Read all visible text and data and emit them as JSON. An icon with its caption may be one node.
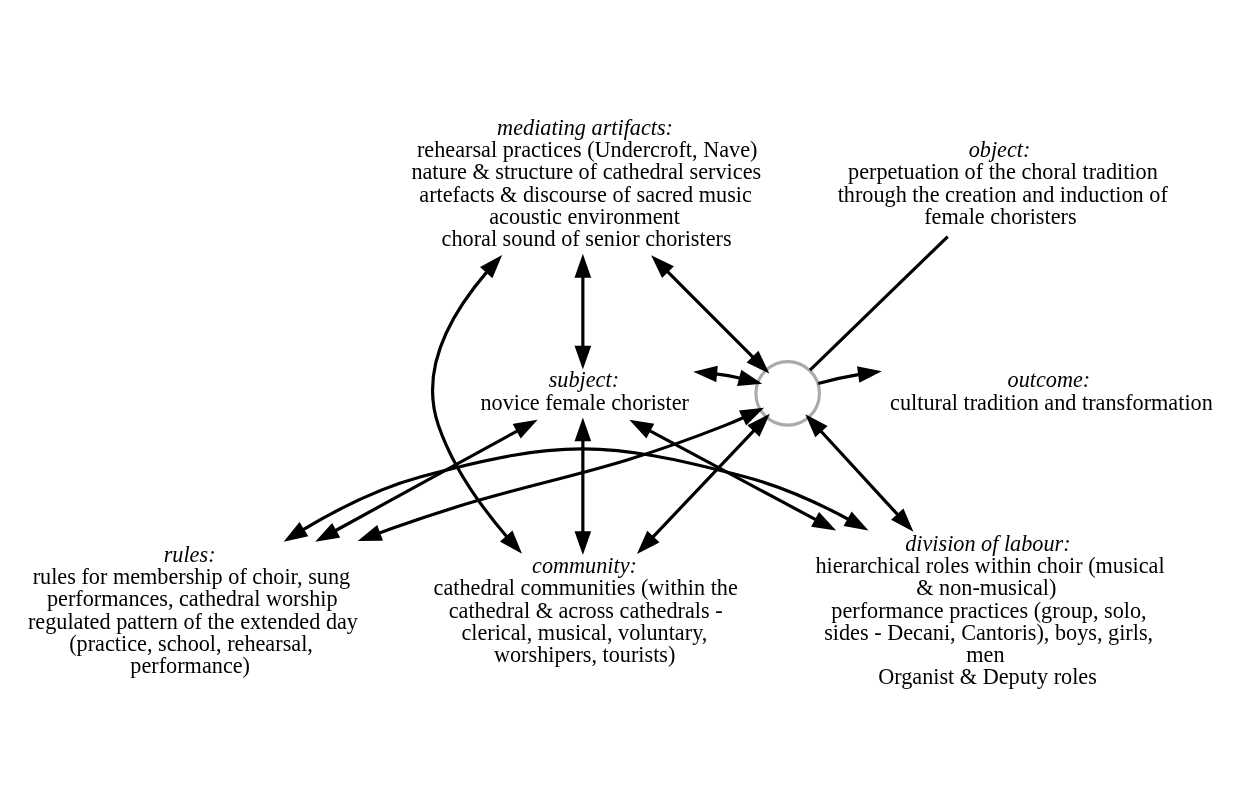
{
  "diagram": {
    "nodes": [
      {
        "text": [
          "mediating artifacts:",
          "rehearsal practices (Undercroft, Nave)",
          "nature & structure of cathedral services",
          "artefacts & discourse of sacred music",
          "acoustic environment",
          "choral sound of senior choristers"
        ]
      },
      {
        "text": [
          "object:",
          "perpetuation of the choral tradition through the creation and induction of female choristers"
        ]
      },
      {
        "text": [
          "outcome:",
          "cultural tradition and transformation"
        ]
      },
      {
        "text": [
          "subject:",
          "novice female chorister"
        ]
      },
      {
        "text": [],
        "shape": "circle"
      },
      {
        "text": [
          "division of labour:",
          "hierarchical roles within choir (musical & non-musical)",
          "performance practices (group, solo, sides - Decani, Cantoris), boys, girls, men",
          "Organist & Deputy roles"
        ]
      },
      {
        "text": [
          "rules:",
          "rules for membership of choir, sung performances, cathedral worship",
          "regulated pattern of the extended day (practice, school, rehearsal, performance)"
        ]
      },
      {
        "text": [
          "community:",
          "cathedral communities (within the cathedral & across cathedrals - clerical, musical, voluntary, worshipers, tourists)"
        ]
      }
    ],
    "edges": [
      {
        "from": 0,
        "to": 3,
        "arrow": "both"
      },
      {
        "from": 0,
        "to": 4,
        "arrow": "both"
      },
      {
        "from": 0,
        "to": 7,
        "arrow": "both"
      },
      {
        "from": 3,
        "to": 4,
        "arrow": "both"
      },
      {
        "from": 3,
        "to": 6,
        "arrow": "both"
      },
      {
        "from": 3,
        "to": 7,
        "arrow": "both"
      },
      {
        "from": 3,
        "to": 5,
        "arrow": "both"
      },
      {
        "from": 4,
        "to": 6,
        "arrow": "both"
      },
      {
        "from": 4,
        "to": 7,
        "arrow": "both"
      },
      {
        "from": 4,
        "to": 5,
        "arrow": "both"
      },
      {
        "from": 6,
        "to": 5,
        "arrow": "both"
      },
      {
        "from": 4,
        "to": 2,
        "arrow": "to"
      },
      {
        "from": 1,
        "to": 4,
        "arrow": "none"
      }
    ]
  }
}
